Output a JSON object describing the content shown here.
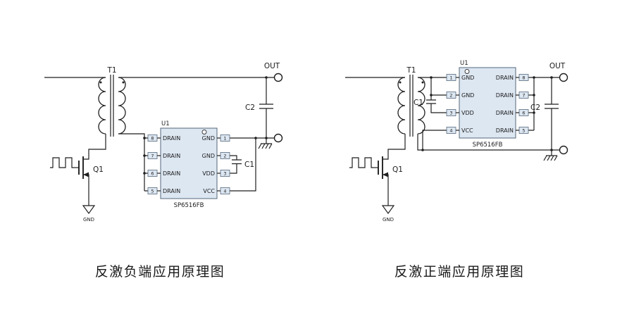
{
  "colors": {
    "wire": "#1f1f1f",
    "ic_fill": "#dde7f2",
    "ic_border": "#54677a",
    "background": "#ffffff"
  },
  "left": {
    "caption": "反激负端应用原理图",
    "labels": {
      "transformer": "T1",
      "mosfet": "Q1",
      "out": "OUT",
      "gnd": "GND",
      "c1": "C1",
      "c2": "C2"
    },
    "ic": {
      "ref": "U1",
      "part": "SP6516FB",
      "left_pins": [
        {
          "num": "8",
          "name": "DRAIN"
        },
        {
          "num": "7",
          "name": "DRAIN"
        },
        {
          "num": "6",
          "name": "DRAIN"
        },
        {
          "num": "5",
          "name": "DRAIN"
        }
      ],
      "right_pins": [
        {
          "num": "1",
          "name": "GND"
        },
        {
          "num": "2",
          "name": "GND"
        },
        {
          "num": "3",
          "name": "VDD"
        },
        {
          "num": "4",
          "name": "VCC"
        }
      ]
    }
  },
  "right": {
    "caption": "反激正端应用原理图",
    "labels": {
      "transformer": "T1",
      "mosfet": "Q1",
      "out": "OUT",
      "gnd": "GND",
      "c1": "C1",
      "c2": "C2"
    },
    "ic": {
      "ref": "U1",
      "part": "SP6516FB",
      "left_pins": [
        {
          "num": "1",
          "name": "GND"
        },
        {
          "num": "2",
          "name": "GND"
        },
        {
          "num": "3",
          "name": "VDD"
        },
        {
          "num": "4",
          "name": "VCC"
        }
      ],
      "right_pins": [
        {
          "num": "8",
          "name": "DRAIN"
        },
        {
          "num": "7",
          "name": "DRAIN"
        },
        {
          "num": "6",
          "name": "DRAIN"
        },
        {
          "num": "5",
          "name": "DRAIN"
        }
      ]
    }
  }
}
